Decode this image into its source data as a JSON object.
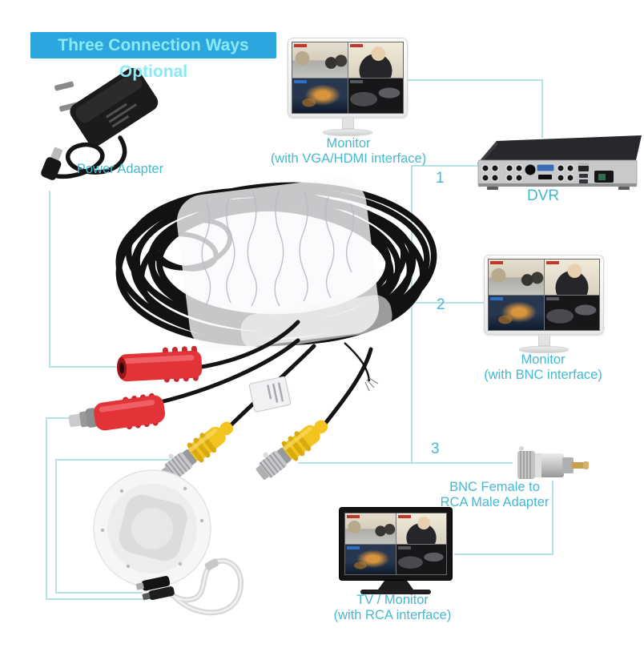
{
  "title": "Three Connection Ways Optional",
  "colors": {
    "title_bg": "#2ba6de",
    "title_text": "#8ae9f5",
    "label_text": "#46b9ce",
    "connection_line": "#b5e3e5",
    "red_connector": "#e23338",
    "yellow_connector": "#f2c41d"
  },
  "devices": {
    "power_adapter": {
      "label": "Power Adapter"
    },
    "monitor_vga": {
      "label_line1": "Monitor",
      "label_line2": "(with VGA/HDMI interface)"
    },
    "dvr": {
      "label": "DVR"
    },
    "monitor_bnc": {
      "label_line1": "Monitor",
      "label_line2": "(with BNC interface)"
    },
    "bnc_rca_adapter": {
      "label_line1": "BNC Female to",
      "label_line2": "RCA Male Adapter"
    },
    "tv_rca": {
      "label_line1": "TV / Monitor",
      "label_line2": "(with RCA interface)"
    }
  },
  "connections": {
    "way1": "1",
    "way2": "2",
    "way3": "3"
  }
}
